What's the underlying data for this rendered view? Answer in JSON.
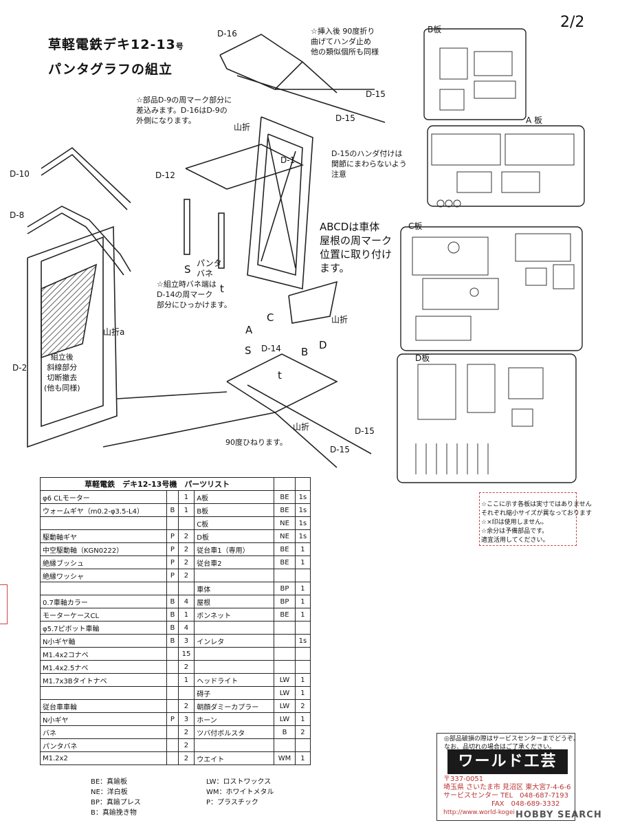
{
  "page_number": "2/2",
  "heading": {
    "line1": "草軽電鉄デキ12-13",
    "line1_suffix": "号",
    "line2": "パンタグラフの組立"
  },
  "labels": {
    "d16": "D-16",
    "d15a": "D-15",
    "d15b": "D-15",
    "d15c": "D-15",
    "d15d": "D-15",
    "d10": "D-10",
    "d8": "D-8",
    "d12": "D-12",
    "d1": "D-1",
    "d2": "D-2",
    "d14": "D-14",
    "a": "A",
    "b": "B",
    "c": "C",
    "d": "D",
    "s1": "S",
    "s2": "S",
    "t1": "t",
    "t2": "t",
    "yamaori1": "山折",
    "yamaori2": "山折",
    "yamaori3": "山折",
    "yamaori4": "山折a",
    "panta_bane": "パンタ\nバネ",
    "plate_b": "B板",
    "plate_a": "A 板",
    "plate_c": "C板",
    "plate_d": "D板"
  },
  "notes": {
    "insert_bend": "☆挿入後 90度折り\n曲げてハンダ止め\n他の類似個所も同様",
    "d9_insert": "☆部品D-9の周マーク部分に\n差込みます。D-16はD-9の\n外側になります。",
    "d15_solder": "D-15のハンダ付けは\n関節にまわらないよう\n注意",
    "abcd": "ABCDは車体\n屋根の周マーク\n位置に取り付け\nます。",
    "spring": "☆組立時バネ端は\nD-14の周マーク\n部分にひっかけます。",
    "cut": "組立後\n斜線部分\n切断撤去\n(他も同様)",
    "twist": "90度ひねります。"
  },
  "parts_list": {
    "title": "草軽電鉄　デキ12-13号機　パーツリスト",
    "rows": [
      [
        "φ6 CLモーター",
        "",
        "1",
        "A板",
        "BE",
        "1s"
      ],
      [
        "ウォームギヤ（m0.2-φ3.5-L4）",
        "B",
        "1",
        "B板",
        "BE",
        "1s"
      ],
      [
        "",
        "",
        "",
        "C板",
        "NE",
        "1s"
      ],
      [
        "駆動軸ギヤ",
        "P",
        "2",
        "D板",
        "NE",
        "1s"
      ],
      [
        "中空駆動軸（KGN0222）",
        "P",
        "2",
        "従台車1（専用）",
        "BE",
        "1"
      ],
      [
        "絶縁ブッシュ",
        "P",
        "2",
        "従台車2",
        "BE",
        "1"
      ],
      [
        "絶縁ワッシャ",
        "P",
        "2",
        "",
        "",
        ""
      ],
      [
        "",
        "",
        "",
        "車体",
        "BP",
        "1"
      ],
      [
        "0.7車軸カラー",
        "B",
        "4",
        "屋根",
        "BP",
        "1"
      ],
      [
        "モーターケースCL",
        "B",
        "1",
        "ボンネット",
        "BE",
        "1"
      ],
      [
        "φ5.7ピボット車輪",
        "B",
        "4",
        "",
        "",
        ""
      ],
      [
        "N小ギヤ軸",
        "B",
        "3",
        "インレタ",
        "",
        "1s"
      ],
      [
        "M1.4x2コナベ",
        "",
        "15",
        "",
        "",
        ""
      ],
      [
        "M1.4x2.5ナベ",
        "",
        "2",
        "",
        "",
        ""
      ],
      [
        "M1.7x3Bタイトナベ",
        "",
        "1",
        "ヘッドライト",
        "LW",
        "1"
      ],
      [
        "",
        "",
        "",
        "碍子",
        "LW",
        "1"
      ],
      [
        "従台車車輪",
        "",
        "2",
        "朝顔ダミーカプラー",
        "LW",
        "2"
      ],
      [
        "N小ギヤ",
        "P",
        "3",
        "ホーン",
        "LW",
        "1"
      ],
      [
        "バネ",
        "",
        "2",
        "ツバ付ボルスタ",
        "B",
        "2"
      ],
      [
        "パンタバネ",
        "",
        "2",
        "",
        "",
        ""
      ],
      [
        "M1.2x2",
        "",
        "2",
        "ウエイト",
        "WM",
        "1"
      ]
    ]
  },
  "legend": {
    "be": "BE：真鍮板",
    "ne": "NE：洋白板",
    "bp": "BP：真鍮プレス",
    "b": "B：真鍮挽き物",
    "lw": "LW：ロストワックス",
    "wm": "WM：ホワイトメタル",
    "p": "P：プラスチック"
  },
  "stamp": {
    "line1": "☆ここに示す各板は実寸ではありません",
    "line2": "それぞれ縮小サイズが異なっております",
    "line3": "☆×印は使用しません。",
    "line4": "☆余分は予備部品です。",
    "line5": "適宜活用してください。"
  },
  "service": {
    "notice1": "◎部品破損の際はサービスセンターまでどうぞ。",
    "notice2": "なお、品切れの場合はご了承ください。",
    "brand": "ワールド工芸",
    "zip": "〒337-0051",
    "address": "埼玉県 さいたま市 見沼区 東大宮7-4-6-6",
    "tel": "サービスセンター TEL　048-687-7193",
    "fax": "FAX　048-689-3332",
    "url": "http://www.world-kogei",
    "watermark": "HOBBY SEARCH"
  }
}
